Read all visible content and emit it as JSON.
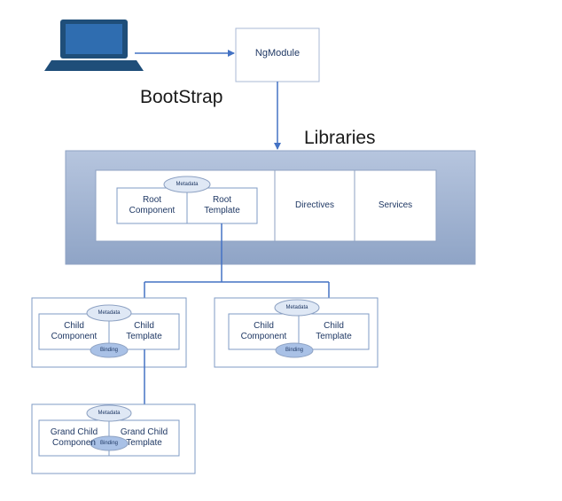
{
  "diagram": {
    "ngmodule": "NgModule",
    "bootstrap": "BootStrap",
    "libraries": "Libraries",
    "root": {
      "metadata": "Metadata",
      "component_line1": "Root",
      "component_line2": "Component",
      "template_line1": "Root",
      "template_line2": "Template",
      "directives": "Directives",
      "services": "Services"
    },
    "child_left": {
      "metadata": "Metadata",
      "binding": "Binding",
      "component_line1": "Child",
      "component_line2": "Component",
      "template_line1": "Child",
      "template_line2": "Template"
    },
    "child_right": {
      "metadata": "Metadata",
      "binding": "Binding",
      "component_line1": "Child",
      "component_line2": "Component",
      "template_line1": "Child",
      "template_line2": "Template"
    },
    "grandchild": {
      "metadata": "Metadata",
      "binding": "Binding",
      "component_line1": "Grand Child",
      "component_line2": "Componen",
      "template_line1": "Grand Child",
      "template_line2": "Template"
    }
  },
  "colors": {
    "arrow": "#4472c4",
    "box_border": "#7f9bc5",
    "band_fill": "#9db0ce",
    "cloud_fill": "#dfe8f5",
    "binding_fill": "#a9c1e6",
    "laptop": "#1f4e79"
  }
}
